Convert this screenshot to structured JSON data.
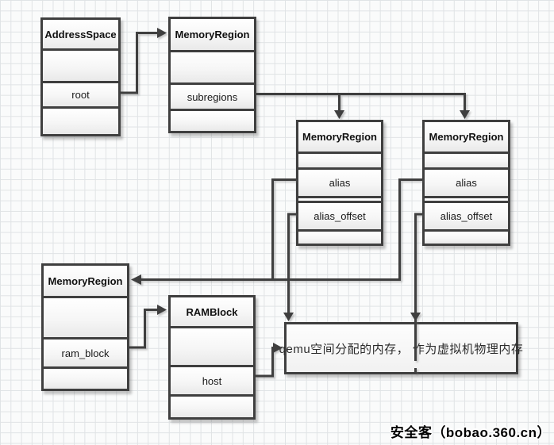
{
  "diagram": {
    "address_space": {
      "title": "AddressSpace",
      "field_root": "root"
    },
    "memory_region_root": {
      "title": "MemoryRegion",
      "field_subregions": "subregions"
    },
    "memory_region_alias_left": {
      "title": "MemoryRegion",
      "field_alias": "alias",
      "field_alias_offset": "alias_offset"
    },
    "memory_region_alias_right": {
      "title": "MemoryRegion",
      "field_alias": "alias",
      "field_alias_offset": "alias_offset"
    },
    "memory_region_ram": {
      "title": "MemoryRegion",
      "field_ram_block": "ram_block"
    },
    "ram_block": {
      "title": "RAMBlock",
      "field_host": "host"
    },
    "note": {
      "text": "qemu空间分配的内存， 作为虚拟机物理内存"
    }
  },
  "watermark": {
    "text": "安全客（bobao.360.cn）"
  },
  "colors": {
    "line": "#3f3f3f",
    "grid": "#e0e3e5",
    "background": "#fafbfb",
    "box_fill_top": "#ffffff",
    "box_fill_bottom": "#e9e9e9"
  }
}
